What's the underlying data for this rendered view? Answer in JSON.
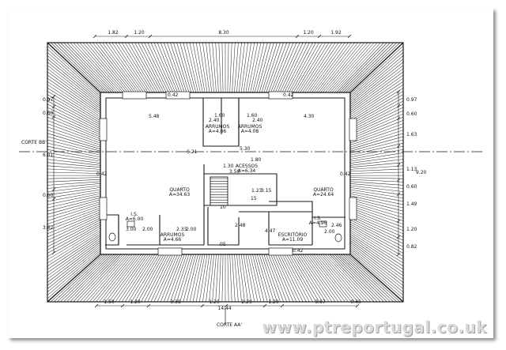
{
  "top_dims": [
    "1.82",
    "1.20",
    "8.30",
    "1.20",
    "1.92"
  ],
  "bottom_dims": [
    "1.50",
    "1.20",
    "3.38",
    "1.20",
    "2.29",
    "1.20",
    "3.67",
    "0.45"
  ],
  "bottom_total": "14.44",
  "bottom_section": "CORTE AA'",
  "left_section": "CORTE BB'",
  "left_dims": [
    "0.97",
    "0.60",
    "6.01",
    "0.60",
    "3.62"
  ],
  "right_dims": [
    "0.97",
    "0.60",
    "1.63",
    "1.13",
    "0.60",
    "1.49",
    "1.20",
    "0.82"
  ],
  "right_total": "9.20",
  "interior_dims": {
    "d548": "5.48",
    "d430": "4.30",
    "d042a": "0.42",
    "d042b": "0.42",
    "d042c": "0.42",
    "d621": "6.21",
    "d530": "5.30",
    "d180": "1.80",
    "d130": "1.30",
    "d350": "3.50",
    "d123": "1.23",
    "d315": "3.15",
    "d15": "15",
    "d10": "10",
    "d248": "2.48",
    "d447": "4.47",
    "d233": "2.33",
    "d200a": "2.00",
    "d300": "3.00",
    "d200b": "2.00",
    "d246": "2.46",
    "d200c": "2.00",
    "d05": "05",
    "d042d": "0.42",
    "d160a": "1.60",
    "d240a": "2.40",
    "d160b": "1.60",
    "d240b": "2.40",
    "d042e": "0.42"
  },
  "rooms": {
    "arrumos1": {
      "name": "ARRUMOS",
      "area": "A=4.06"
    },
    "arrumos2": {
      "name": "ARRUMOS",
      "area": "A=4.08"
    },
    "acessos": {
      "name": "ACESSOS",
      "area": "A=6.34"
    },
    "quarto_left": {
      "name": "QUARTO",
      "area": "A=34.63"
    },
    "quarto_right": {
      "name": "QUARTO",
      "area": "A=24.64"
    },
    "is_left": {
      "name": "I.S.",
      "area": "A=6.00"
    },
    "is_right": {
      "name": "I.S.",
      "area": "A=4.96"
    },
    "arrumos3": {
      "name": "ARRUMOS",
      "area": "A=4.66"
    },
    "escritorio": {
      "name": "ESCRITÓRIO",
      "area": "A=11.09"
    }
  },
  "watermark": "www.ptreportugal.co.uk"
}
